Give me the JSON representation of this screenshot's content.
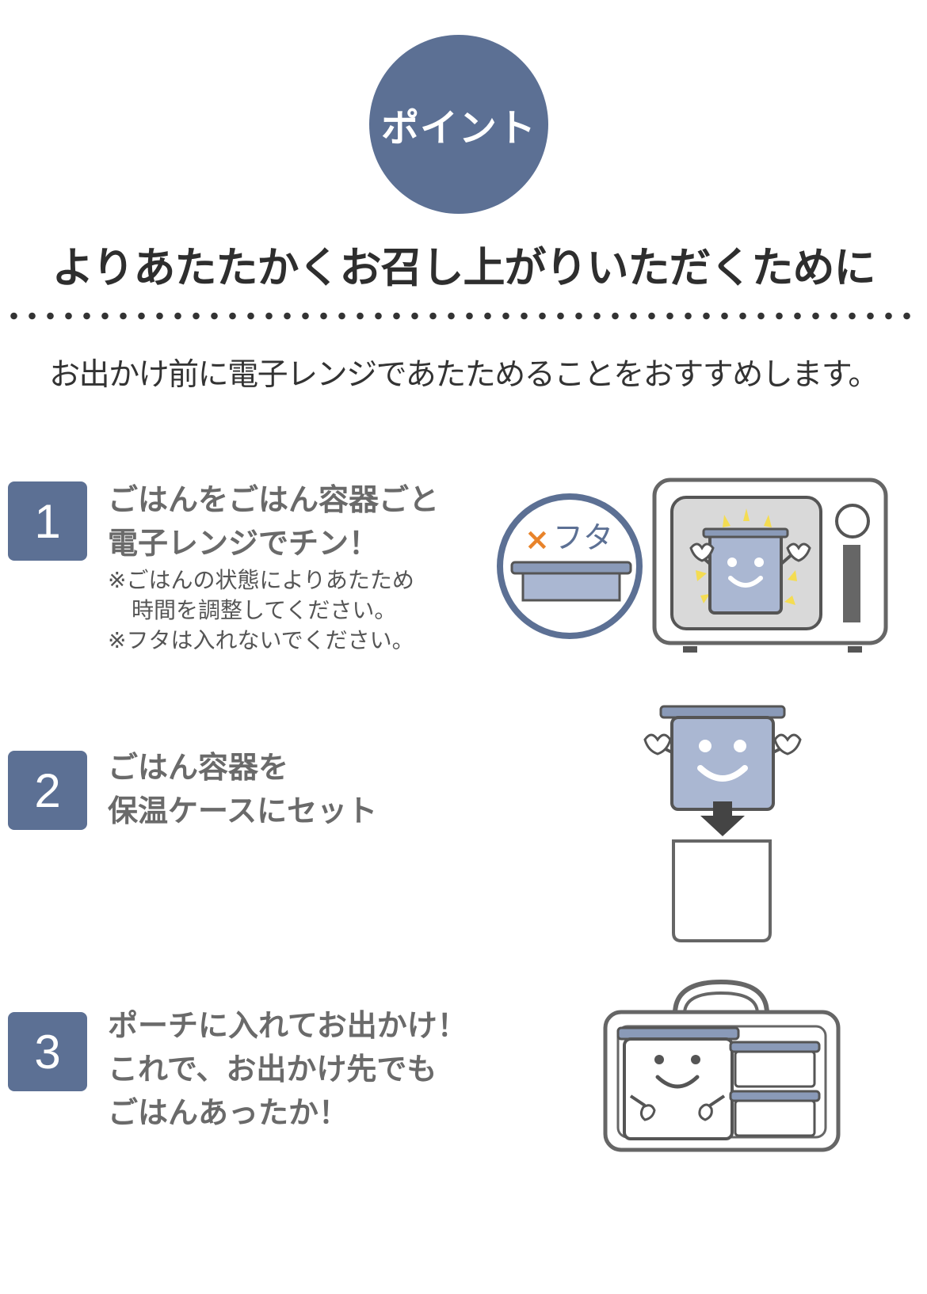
{
  "badge": {
    "label": "ポイント"
  },
  "headline": "よりあたたかくお召し上がりいただくために",
  "subline": "お出かけ前に電子レンジであたためることをおすすめします。",
  "steps": [
    {
      "number": "1",
      "lines": [
        "ごはんをごはん容器ごと",
        "電子レンジでチン！"
      ],
      "notes": [
        "※ごはんの状態によりあたため",
        "時間を調整してください。",
        "※フタは入れないでください。"
      ]
    },
    {
      "number": "2",
      "lines": [
        "ごはん容器を",
        "保温ケースにセット"
      ]
    },
    {
      "number": "3",
      "lines": [
        "ポーチに入れてお出かけ！",
        "これで、お出かけ先でも",
        "ごはんあったか！"
      ]
    }
  ],
  "lid_callout": {
    "mark": "×",
    "label": "フタ"
  },
  "colors": {
    "accent": "#5c7094",
    "container_fill": "#aab7d2",
    "lid": "#8a9ab8",
    "outline": "#555555",
    "mark_orange": "#e8832a",
    "sparkle": "#f4dc52"
  }
}
